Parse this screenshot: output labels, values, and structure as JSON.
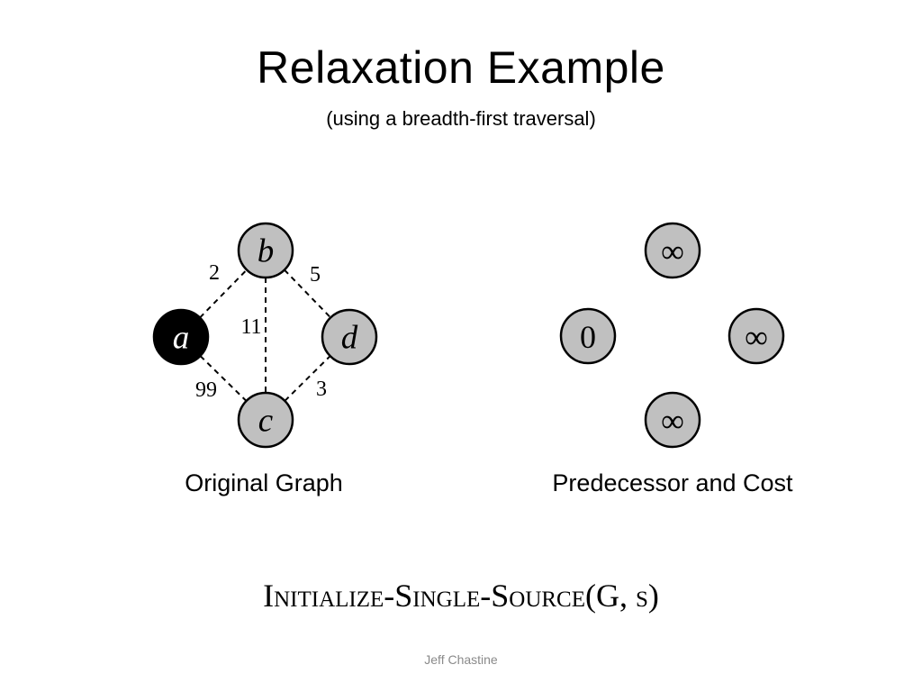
{
  "slide": {
    "title": "Relaxation Example",
    "subtitle": "(using a breadth-first traversal)",
    "footer": "Jeff Chastine",
    "code": "Initialize-Single-Source(G, s)"
  },
  "colors": {
    "node_fill": "#c0c0c0",
    "source_fill": "#000000",
    "node_text": "#000000",
    "source_text": "#ffffff"
  },
  "original_graph": {
    "caption": "Original Graph",
    "nodes": [
      {
        "id": "a",
        "label": "a",
        "source": true
      },
      {
        "id": "b",
        "label": "b",
        "source": false
      },
      {
        "id": "c",
        "label": "c",
        "source": false
      },
      {
        "id": "d",
        "label": "d",
        "source": false
      }
    ],
    "edges": [
      {
        "from": "a",
        "to": "b",
        "weight": "2"
      },
      {
        "from": "b",
        "to": "d",
        "weight": "5"
      },
      {
        "from": "b",
        "to": "c",
        "weight": "11"
      },
      {
        "from": "a",
        "to": "c",
        "weight": "99"
      },
      {
        "from": "c",
        "to": "d",
        "weight": "3"
      }
    ]
  },
  "predecessor_cost": {
    "caption": "Predecessor and Cost",
    "nodes": [
      {
        "id": "a",
        "cost": "0"
      },
      {
        "id": "b",
        "cost": "∞"
      },
      {
        "id": "c",
        "cost": "∞"
      },
      {
        "id": "d",
        "cost": "∞"
      }
    ]
  }
}
